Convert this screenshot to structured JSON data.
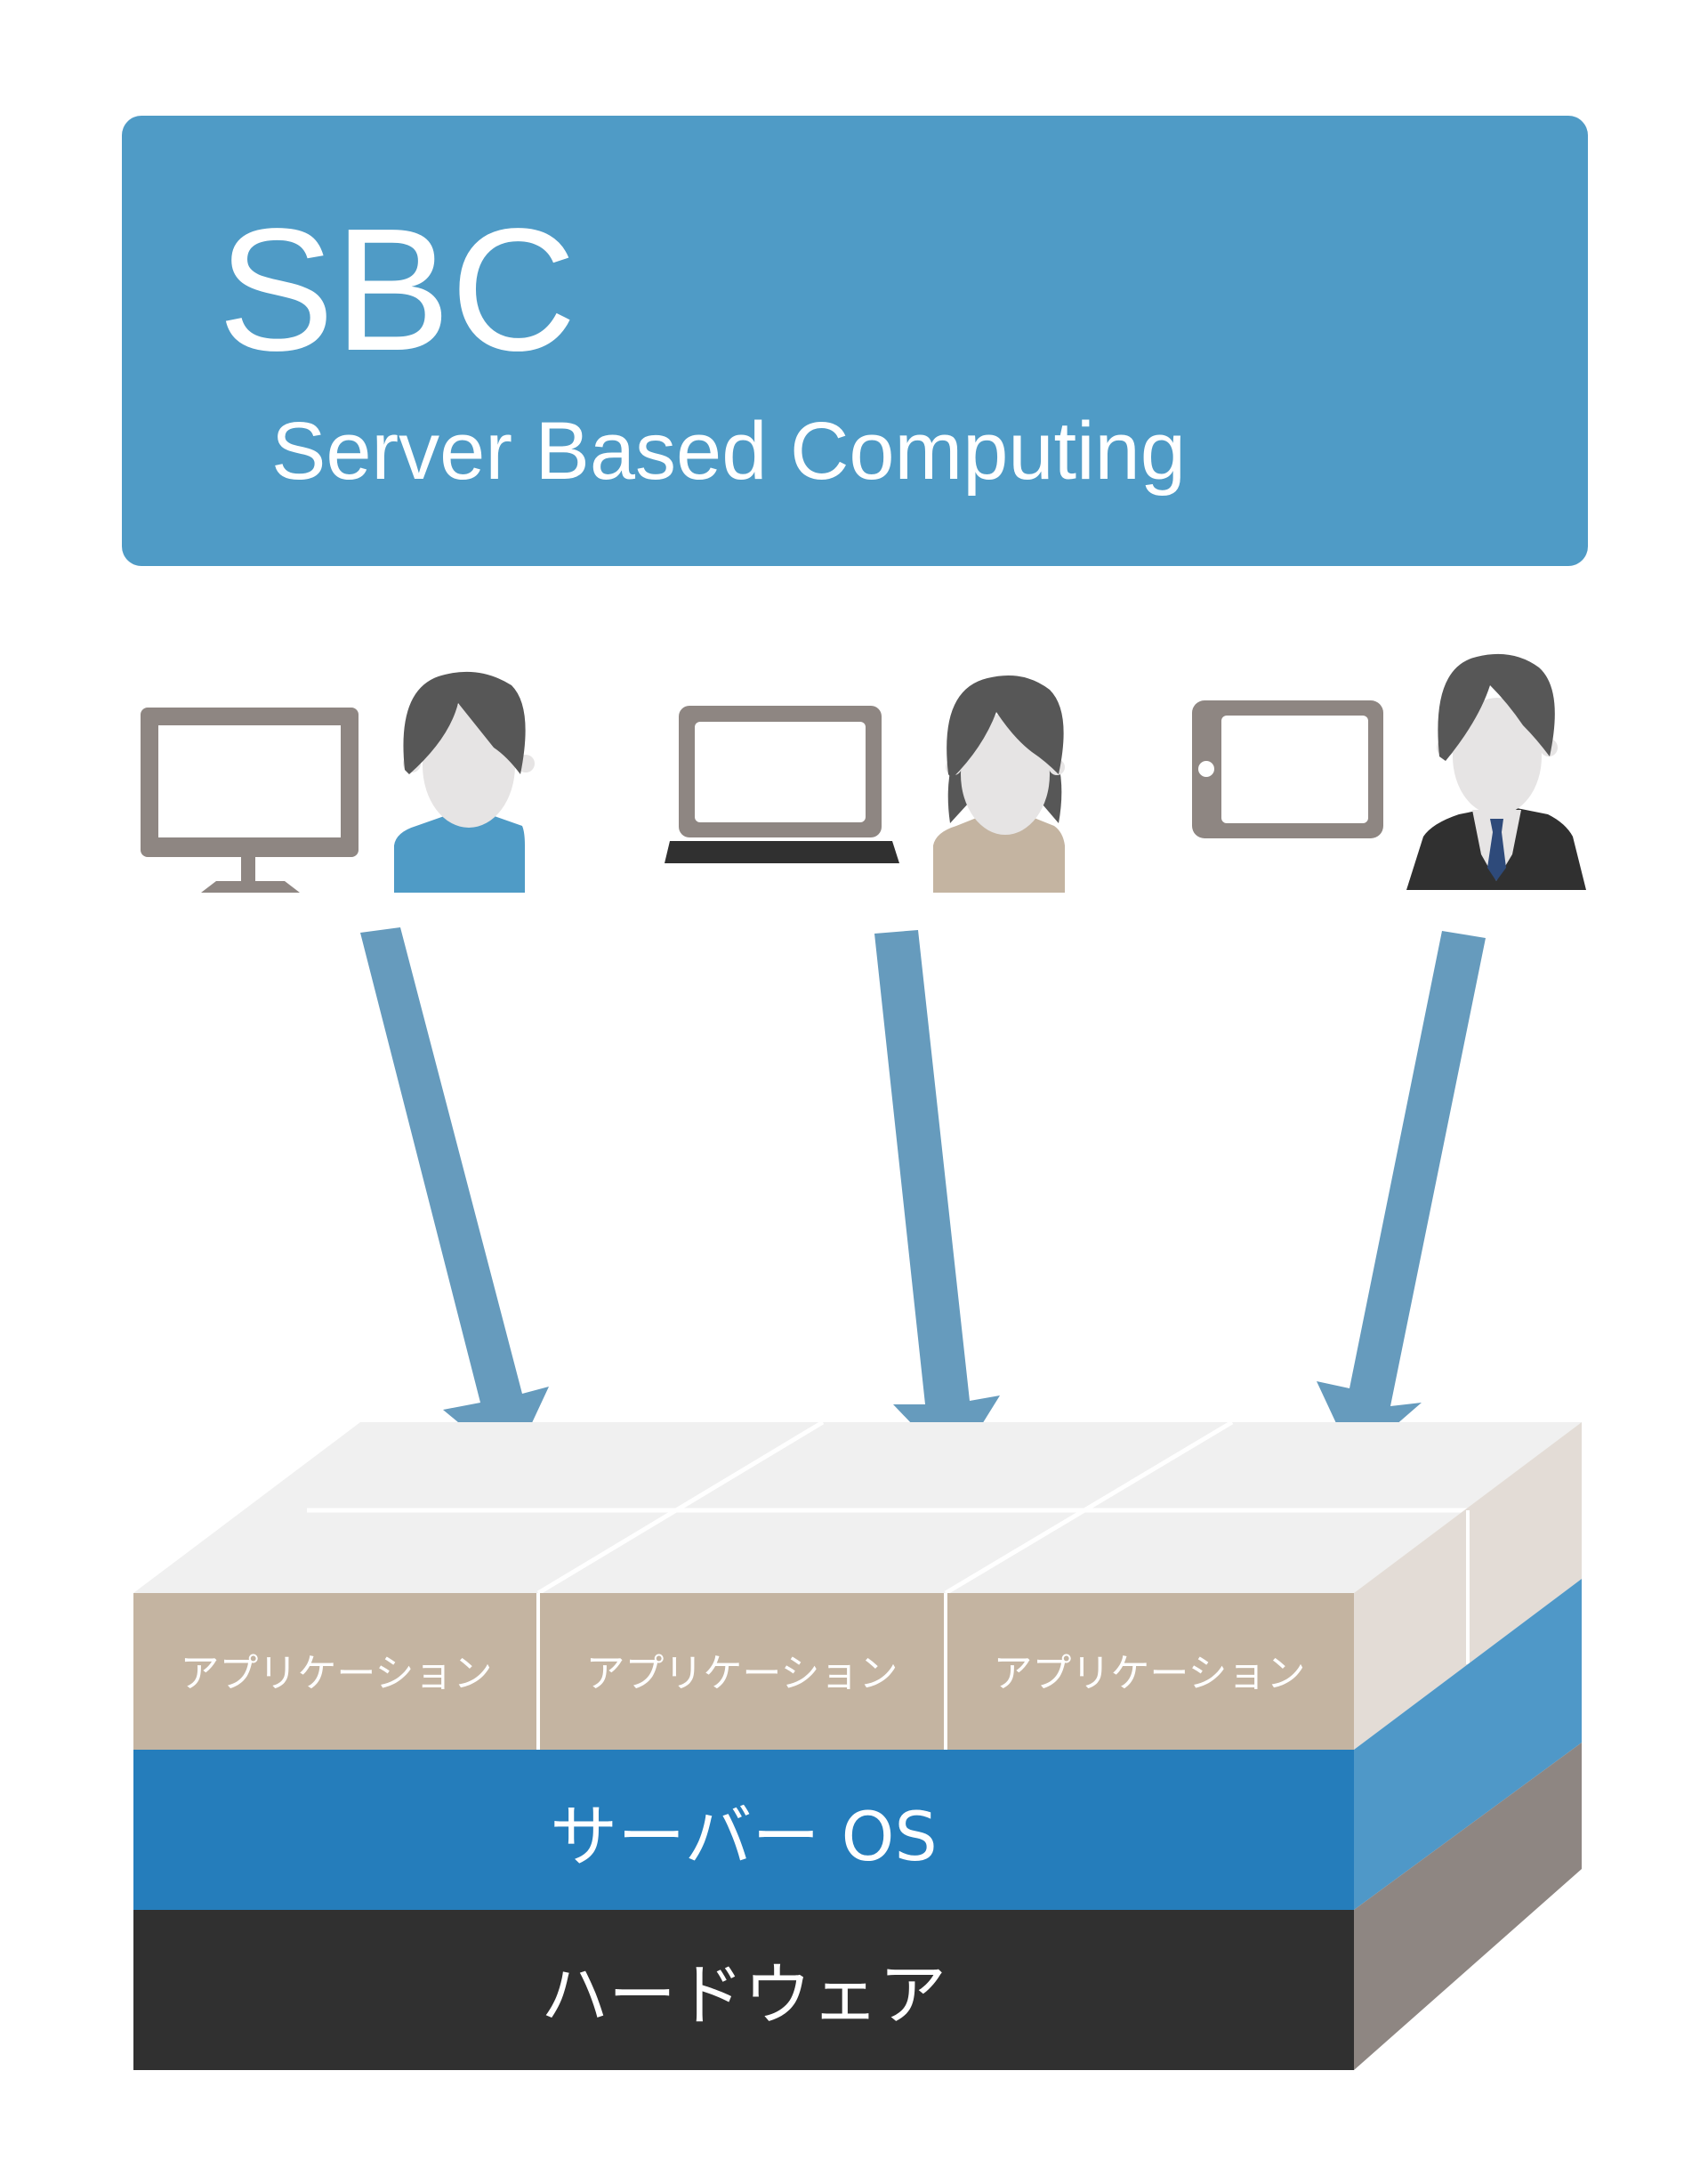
{
  "header": {
    "title": "SBC",
    "subtitle": "Server Based Computing"
  },
  "clients": [
    {
      "device": "desktop-monitor-icon",
      "user": "man-blue-shirt-icon"
    },
    {
      "device": "laptop-icon",
      "user": "woman-beige-shirt-icon"
    },
    {
      "device": "tablet-icon",
      "user": "businessman-suit-icon"
    }
  ],
  "stack": {
    "applications": [
      "アプリケーション",
      "アプリケーション",
      "アプリケーション"
    ],
    "os_label": "サーバー OS",
    "hardware_label": "ハードウェア"
  },
  "colors": {
    "header_bg": "#4f9bc6",
    "arrow": "#669bbd",
    "app_layer": "#c4b4a1",
    "os_layer": "#257dbb",
    "hardware_layer": "#303030",
    "top_face": "#f0f0f0",
    "side_app": "#e3dcd6",
    "side_os": "#4f98c8",
    "side_hw": "#8e8682",
    "device_gray": "#8e8682",
    "hair": "#575757",
    "skin": "#e6e4e4"
  }
}
